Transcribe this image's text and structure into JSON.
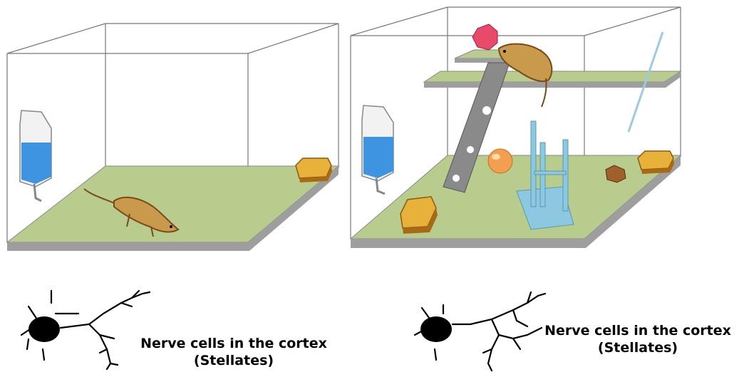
{
  "panels": [
    {
      "id": "standard-cage",
      "caption": {
        "line1": "Nerve cells in the cortex",
        "line2": "(Stellates)"
      }
    },
    {
      "id": "enriched-cage",
      "caption": {
        "line1": "Nerve cells in the cortex",
        "line2": "(Stellates)"
      }
    }
  ],
  "colors": {
    "floor": "#b8cc8e",
    "floor_edge": "#9e9e9e",
    "cage_line": "#666666",
    "water": "#3e94e0",
    "rat_body": "#c99a4c",
    "rat_dark": "#7a4a1a",
    "sponge": "#e8b23a",
    "ball_pink": "#e84a6a",
    "ball_orange": "#f2a050",
    "ladder": "#8a8a8a",
    "climber": "#8cc8e0",
    "neuron": "#000000"
  }
}
